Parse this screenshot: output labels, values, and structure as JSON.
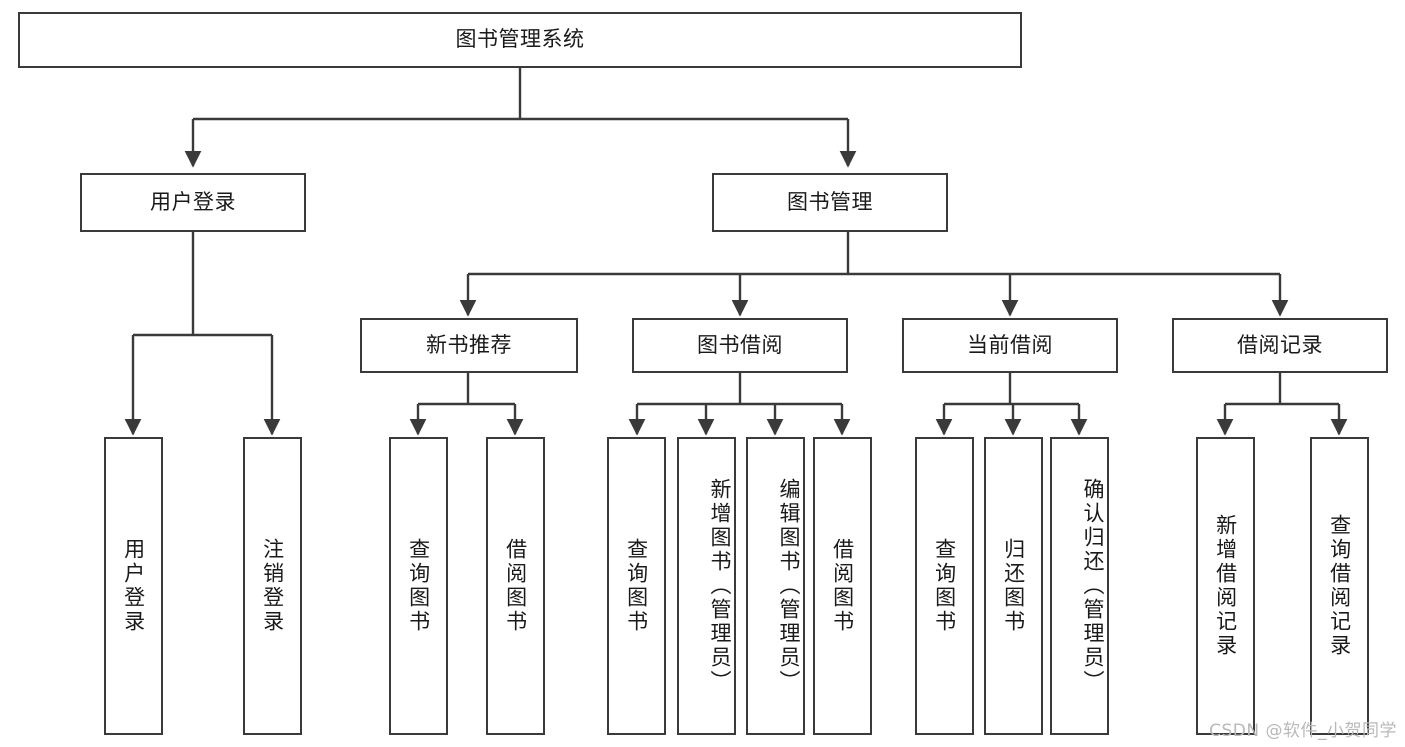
{
  "diagram": {
    "type": "tree",
    "title": "图书管理系统",
    "root": {
      "label": "图书管理系统"
    },
    "level2": [
      {
        "label": "用户登录"
      },
      {
        "label": "图书管理"
      }
    ],
    "level3": [
      {
        "label": "新书推荐"
      },
      {
        "label": "图书借阅"
      },
      {
        "label": "当前借阅"
      },
      {
        "label": "借阅记录"
      }
    ],
    "leaves": {
      "user_login": [
        {
          "label": "用户登录"
        },
        {
          "label": "注销登录"
        }
      ],
      "new_book_recommend": [
        {
          "label": "查询图书"
        },
        {
          "label": "借阅图书"
        }
      ],
      "book_borrow": [
        {
          "label": "查询图书"
        },
        {
          "label": "新增图书（管理员）"
        },
        {
          "label": "编辑图书（管理员）"
        },
        {
          "label": "借阅图书"
        }
      ],
      "current_borrow": [
        {
          "label": "查询图书"
        },
        {
          "label": "归还图书"
        },
        {
          "label": "确认归还（管理员）"
        }
      ],
      "borrow_record": [
        {
          "label": "新增借阅记录"
        },
        {
          "label": "查询借阅记录"
        }
      ]
    }
  },
  "watermark": {
    "text": "CSDN @软件_小贺同学"
  },
  "colors": {
    "stroke": "#3a3a3a",
    "text": "#1a1a1a",
    "background": "#ffffff",
    "watermark": "#b9b9b9"
  }
}
